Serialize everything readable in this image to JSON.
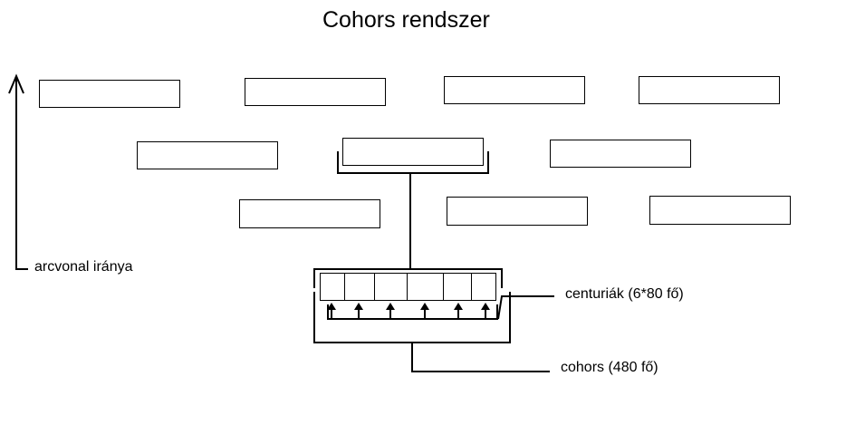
{
  "title": "Cohors rendszer",
  "labels": {
    "front_direction": "arcvonal iránya",
    "centuries": "centuriák (6*80 fő)",
    "cohort": "cohors (480 fő)"
  },
  "formation": {
    "rows": 3,
    "cohorts_per_row": [
      4,
      3,
      3
    ],
    "highlighted": "row 2, cohort 2"
  },
  "cohort_detail": {
    "centuries_count": 6
  },
  "colors": {
    "line": "#000000",
    "background": "#ffffff"
  }
}
